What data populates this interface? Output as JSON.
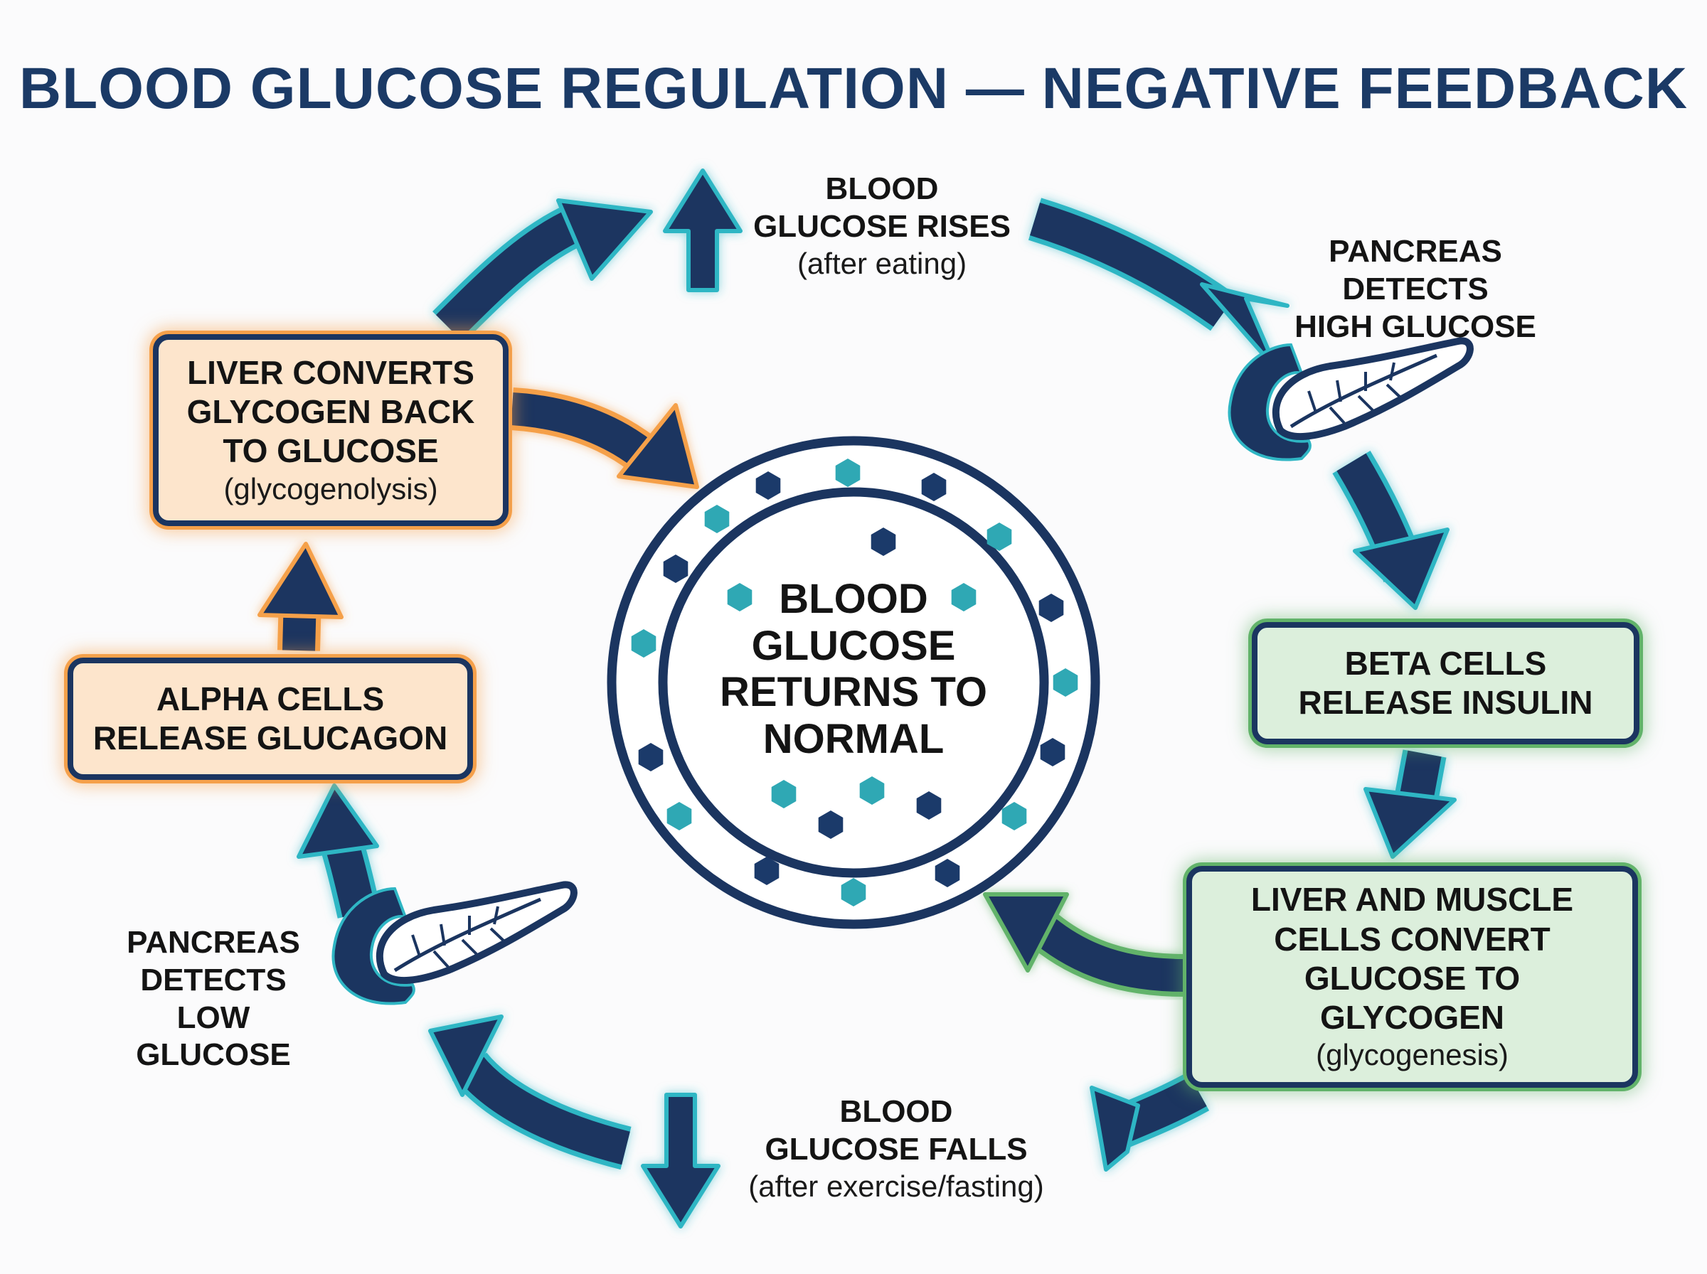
{
  "title": "BLOOD GLUCOSE REGULATION — NEGATIVE FEEDBACK",
  "center": {
    "lines": [
      "BLOOD",
      "GLUCOSE",
      "RETURNS TO",
      "NORMAL"
    ]
  },
  "top_label": {
    "lines": [
      "BLOOD",
      "GLUCOSE RISES"
    ],
    "sub": "(after eating)"
  },
  "bottom_label": {
    "lines": [
      "BLOOD",
      "GLUCOSE FALLS"
    ],
    "sub": "(after exercise/fasting)"
  },
  "pancreas_high": {
    "lines": [
      "PANCREAS",
      "DETECTS",
      "HIGH GLUCOSE"
    ]
  },
  "pancreas_low": {
    "lines": [
      "PANCREAS",
      "DETECTS",
      "LOW",
      "GLUCOSE"
    ]
  },
  "beta_box": {
    "lines": [
      "BETA CELLS",
      "RELEASE INSULIN"
    ]
  },
  "glycogenesis_box": {
    "lines": [
      "LIVER AND MUSCLE",
      "CELLS CONVERT",
      "GLUCOSE TO",
      "GLYCOGEN"
    ],
    "sub": "(glycogenesis)"
  },
  "alpha_box": {
    "lines": [
      "ALPHA CELLS",
      "RELEASE GLUCAGON"
    ]
  },
  "glycogenolysis_box": {
    "lines": [
      "LIVER CONVERTS",
      "GLYCOGEN BACK",
      "TO GLUCOSE"
    ],
    "sub": "(glycogenolysis)"
  },
  "colors": {
    "navy": "#1b3560",
    "teal_glow": "#2fb6c4",
    "orange": "#f5a04a",
    "orange_fill": "#fde5cc",
    "green": "#62b36a",
    "green_fill": "#dcefdc",
    "title": "#1b3a66"
  },
  "icons": [
    "up-arrow-icon",
    "down-arrow-icon",
    "pancreas-icon"
  ]
}
